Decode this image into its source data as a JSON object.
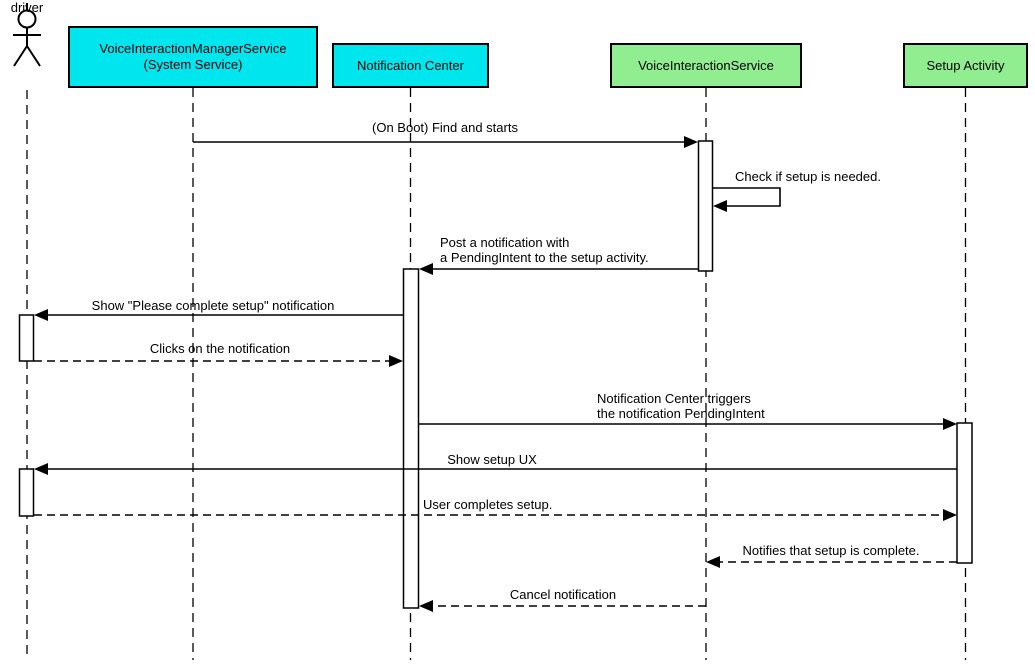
{
  "diagram_type": "uml-sequence-diagram",
  "colors": {
    "participant_cyan": "#00E6EE",
    "participant_green": "#90EE90",
    "line_color": "#000000",
    "background": "#FFFFFF"
  },
  "actor": {
    "label": "driver"
  },
  "participants": {
    "vims": {
      "line1": "VoiceInteractionManagerService",
      "line2": "(System Service)",
      "fill": "#00E6EE"
    },
    "nc": {
      "label": "Notification Center",
      "fill": "#00E6EE"
    },
    "vis": {
      "label": "VoiceInteractionService",
      "fill": "#90EE90"
    },
    "setup": {
      "label": "Setup Activity",
      "fill": "#90EE90"
    }
  },
  "messages": {
    "m1": {
      "label": "(On Boot) Find and starts",
      "from": "VoiceInteractionManagerService",
      "to": "VoiceInteractionService",
      "line_style": "solid"
    },
    "m2": {
      "label": "Check if setup is needed.",
      "from": "VoiceInteractionService",
      "to": "VoiceInteractionService",
      "line_style": "solid"
    },
    "m3": {
      "line1": "Post a notification with",
      "line2": "a PendingIntent to the setup activity.",
      "from": "VoiceInteractionService",
      "to": "Notification Center",
      "line_style": "solid"
    },
    "m4": {
      "label": "Show \"Please complete setup\" notification",
      "from": "Notification Center",
      "to": "driver",
      "line_style": "solid"
    },
    "m5": {
      "label": "Clicks on the notification",
      "from": "driver",
      "to": "Notification Center",
      "line_style": "dashed"
    },
    "m6": {
      "line1": "Notification Center triggers",
      "line2": "the notification PendingIntent",
      "from": "Notification Center",
      "to": "Setup Activity",
      "line_style": "solid"
    },
    "m7": {
      "label": "Show setup UX",
      "from": "Setup Activity",
      "to": "driver",
      "line_style": "solid"
    },
    "m8": {
      "label": "User completes setup.",
      "from": "driver",
      "to": "Setup Activity",
      "line_style": "dashed"
    },
    "m9": {
      "label": "Notifies that setup is complete.",
      "from": "Setup Activity",
      "to": "VoiceInteractionService",
      "line_style": "dashed"
    },
    "m10": {
      "label": "Cancel notification",
      "from": "VoiceInteractionService",
      "to": "Notification Center",
      "line_style": "dashed"
    }
  }
}
